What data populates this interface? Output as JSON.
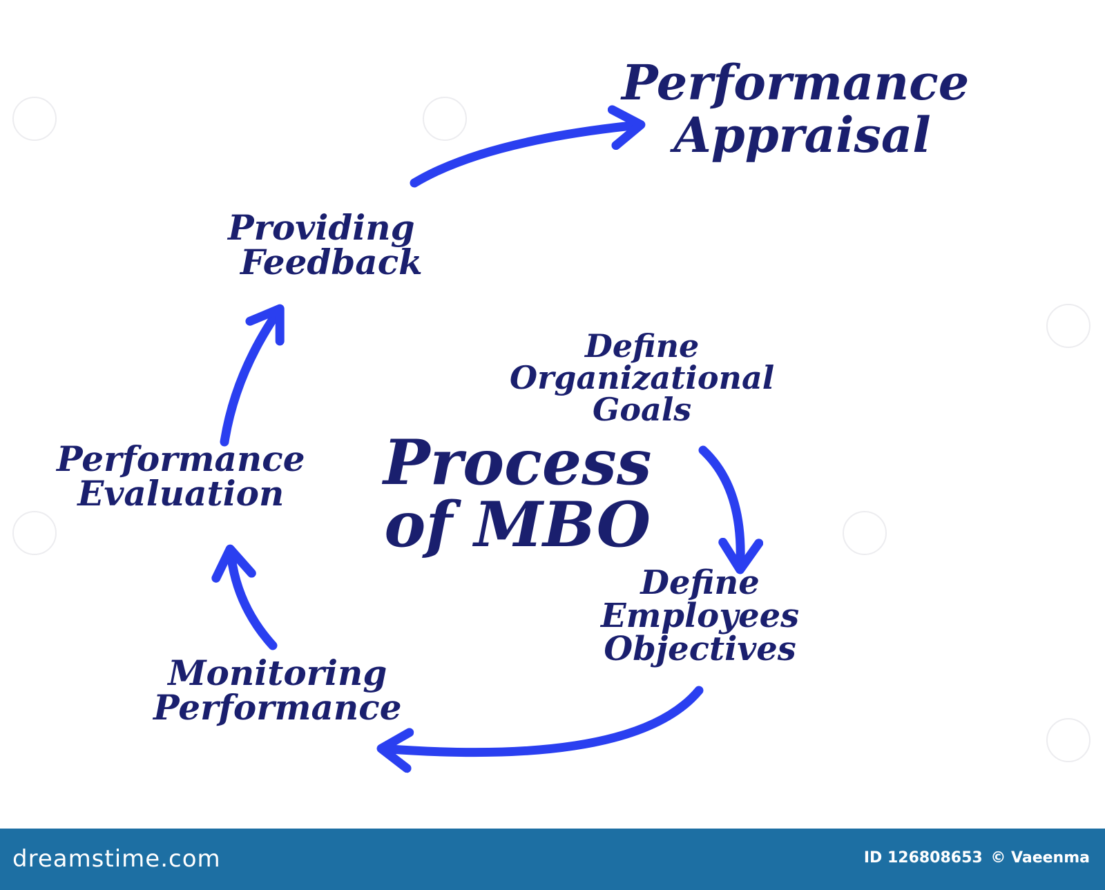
{
  "title": "Process of MBO",
  "center_label": {
    "line1": "Process",
    "line2": "of MBO"
  },
  "steps": [
    {
      "id": "org-goals",
      "lines": [
        "Define",
        "Organizational",
        "Goals"
      ]
    },
    {
      "id": "employee-objectives",
      "lines": [
        "Define",
        "Employees",
        "Objectives"
      ]
    },
    {
      "id": "monitoring",
      "lines": [
        "Monitoring",
        "Performance"
      ]
    },
    {
      "id": "evaluation",
      "lines": [
        "Performance",
        "Evaluation"
      ]
    },
    {
      "id": "feedback",
      "lines": [
        "Providing",
        "Feedback"
      ]
    },
    {
      "id": "appraisal",
      "lines": [
        "Performance",
        "Appraisal"
      ]
    }
  ],
  "colors": {
    "arrow": "#2a3ff0",
    "text": "#1a1f6e",
    "footer": "#1d6fa3"
  },
  "footer": {
    "logo": "dreamstime.com",
    "image_id": "ID 126808653",
    "credit": "© Vaeenma"
  }
}
